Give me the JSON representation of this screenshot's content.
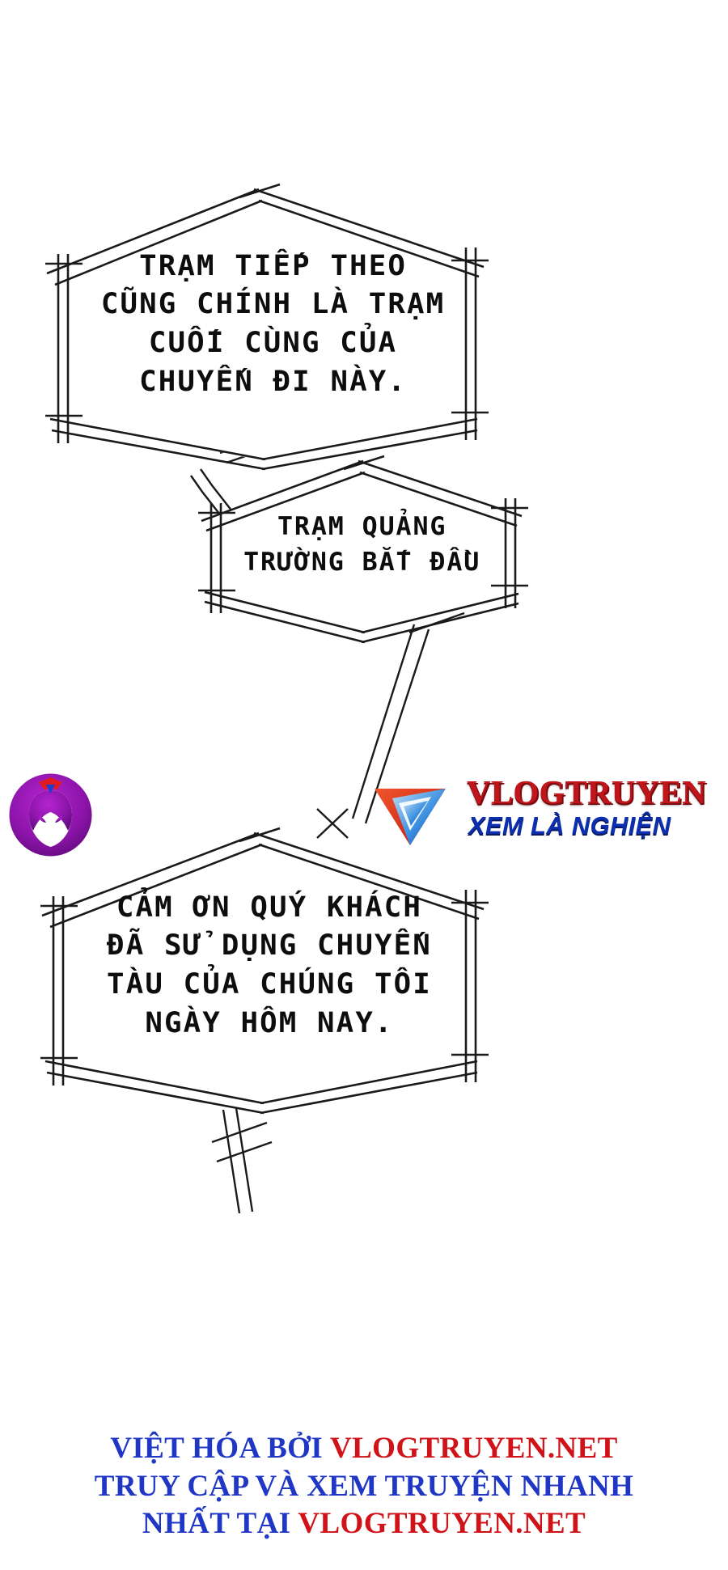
{
  "page": {
    "kind": "webtoon-panel",
    "background_color": "#ffffff",
    "language": "vi"
  },
  "bubbles": [
    {
      "id": "bubble-next-station",
      "shape": "hexagon-sign",
      "text": "TRẠM TIẾP THEO\nCŨNG CHÍNH LÀ TRẠM\nCUỐI CÙNG CỦA\nCHUYẾN ĐI NÀY.",
      "lines": [
        "TRẠM TIẾP THEO",
        "CŨNG CHÍNH LÀ TRẠM",
        "CUỐI CÙNG CỦA",
        "CHUYẾN ĐI NÀY."
      ]
    },
    {
      "id": "bubble-square-station",
      "shape": "hexagon-sign",
      "text": "TRẠM QUẢNG\nTRƯỜNG BẮT ĐẦU",
      "lines": [
        "TRẠM QUẢNG",
        "TRƯỜNG BẮT ĐẦU"
      ]
    },
    {
      "id": "bubble-thank-you",
      "shape": "hexagon-sign",
      "text": "CẢM ƠN QUÝ KHÁCH\nĐÃ SỬ DỤNG CHUYẾN\nTÀU CỦA CHÚNG TÔI\nNGÀY HÔM NAY.",
      "lines": [
        "CẢM ƠN QUÝ KHÁCH",
        "ĐÃ SỬ DỤNG CHUYẾN",
        "TÀU CỦA CHÚNG TÔI",
        "NGÀY HÔM NAY."
      ]
    }
  ],
  "site_logo": {
    "name": "vlogtruyen-circle-logo",
    "colors": {
      "outer": "#7d0f9c",
      "inner": "#a31fc0",
      "mask": "#ffffff",
      "crest_red": "#e01a22",
      "crest_blue": "#1a3fd0"
    }
  },
  "watermark": {
    "title": "VLOGTRUYEN",
    "subtitle": "XEM LÀ NGHIỆN",
    "title_color": "#c0151a",
    "subtitle_color": "#0c2fb0",
    "mark_colors": {
      "red": "#e03a24",
      "orange": "#f07a33",
      "blue": "#1f78d8",
      "light_blue": "#8fc6f0"
    }
  },
  "credits": {
    "line1_prefix": "VIỆT HÓA BỞI ",
    "line1_site": "VLOGTRUYEN.NET",
    "line2": "TRUY CẬP VÀ XEM TRUYỆN NHANH",
    "line3_prefix": "NHẤT TẠI ",
    "line3_site": "VLOGTRUYEN.NET",
    "blue_color": "#1f37c4",
    "red_color": "#d01318"
  }
}
